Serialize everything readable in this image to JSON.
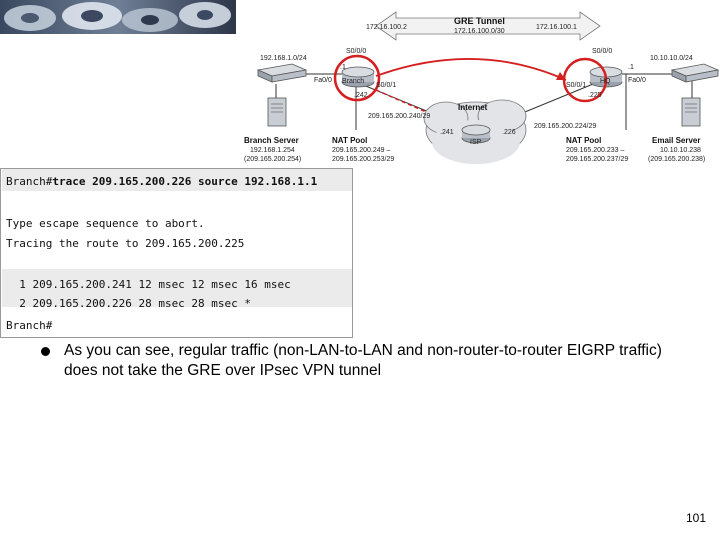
{
  "diagram": {
    "tunnel_title": "GRE Tunnel",
    "tunnel_subnet": "172.16.100.0/30",
    "tunnel_left_ip": "172.16.100.2",
    "tunnel_right_ip": "172.16.100.1",
    "branch_lan": "192.168.1.0/24",
    "hq_lan": "10.10.10.0/24",
    "branch_s000": "S0/0/0",
    "hq_s000": "S0/0/0",
    "branch_router_label": "Branch",
    "hq_router_label": "HQ",
    "branch_dot1": ".1",
    "hq_dot1": ".1",
    "branch_fa00": "Fa0/0",
    "hq_fa00": "Fa0/0",
    "branch_s001": "S0/0/1",
    "hq_s001": "S0/0/1",
    "branch_s001_ip": ".242",
    "hq_s001_ip": ".225",
    "internet_label": "Internet",
    "isp_label": "ISP",
    "isp_left_ip": ".241",
    "isp_right_ip": ".226",
    "branch_isp_subnet": "209.165.200.240/29",
    "hq_isp_subnet": "209.165.200.224/29",
    "branch_server_title": "Branch Server",
    "branch_server_ip1": "192.168.1.254",
    "branch_server_ip2": "(209.165.200.254)",
    "branch_nat_title": "NAT Pool",
    "branch_nat_line1": "209.165.200.249 –",
    "branch_nat_line2": "209.165.200.253/29",
    "hq_nat_title": "NAT Pool",
    "hq_nat_line1": "209.165.200.233 –",
    "hq_nat_line2": "209.165.200.237/29",
    "email_server_title": "Email Server",
    "email_server_ip1": "10.10.10.238",
    "email_server_ip2": "(209.165.200.238)"
  },
  "terminal": {
    "prompt_cmd_prefix": "Branch#",
    "command": "trace 209.165.200.226 source 192.168.1.1",
    "line_escape": "Type escape sequence to abort.",
    "line_tracing": "Tracing the route to 209.165.200.225",
    "hop1": "  1 209.165.200.241 12 msec 12 msec 16 msec",
    "hop2": "  2 209.165.200.226 28 msec 28 msec *",
    "final_prompt": "Branch#"
  },
  "bullet": {
    "text": "As you can see, regular traffic (non-LAN-to-LAN and non-router-to-router EIGRP traffic) does not take the GRE over IPsec VPN tunnel"
  },
  "page_number": "101"
}
